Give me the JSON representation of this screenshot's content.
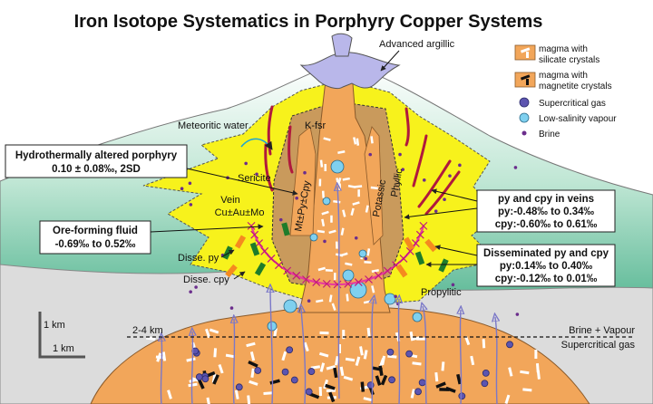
{
  "title": "Iron Isotope Systematics in Porphyry Copper Systems",
  "labels": {
    "advanced_argillic": "Advanced argillic",
    "meteoritic_water": "Meteoritic water",
    "kfsr": "K-fsr",
    "sericite": "Sericite",
    "mt_py_cpy": "Mt±Py±Cpy",
    "potassic": "Potassic",
    "phyllic": "Phyllic",
    "vein_line1": "Vein",
    "vein_line2": "Cu±Au±Mo",
    "disse_py": "Disse. py",
    "disse_cpy": "Disse. cpy",
    "propylitic": "Propylitic",
    "depth": "2-4 km",
    "brine_vapour": "Brine + Vapour",
    "supercritical_gas_label": "Supercritical gas",
    "scale_v": "1 km",
    "scale_h": "1 km"
  },
  "callouts": {
    "porphyry_title": "Hydrothermally altered porphyry",
    "porphyry_value": "0.10 ± 0.08‰, 2SD",
    "fluid_title": "Ore-forming fluid",
    "fluid_value": "-0.69‰ to 0.52‰",
    "veins_title": "py and cpy in veins",
    "veins_py": "py:-0.48‰ to 0.34‰",
    "veins_cpy": "cpy:-0.60‰ to 0.61‰",
    "diss_title": "Disseminated py and cpy",
    "diss_py": "py:0.14‰ to 0.40‰",
    "diss_cpy": "cpy:-0.12‰ to 0.01‰"
  },
  "legend": {
    "silicate_line1": "magma with",
    "silicate_line2": "silicate crystals",
    "magnetite_line1": "magma with",
    "magnetite_line2": "magnetite crystals",
    "supercritical": "Supercritical gas",
    "vapour": "Low-salinity vapour",
    "brine": "Brine"
  },
  "colors": {
    "magma": "#f2a65a",
    "alteration_yellow": "#f7f21c",
    "potassic": "#c99a5c",
    "host_green": "#4fb38e",
    "host_green_light": "#d7efe4",
    "basement_grey": "#d8d8d8",
    "supercritical_dot": "#5d55b0",
    "vapour_dot": "#7fd0ef",
    "brine_dot": "#6b2d8c",
    "fluid_ring": "#e83c9c",
    "argillic": "#b9b7ea"
  }
}
